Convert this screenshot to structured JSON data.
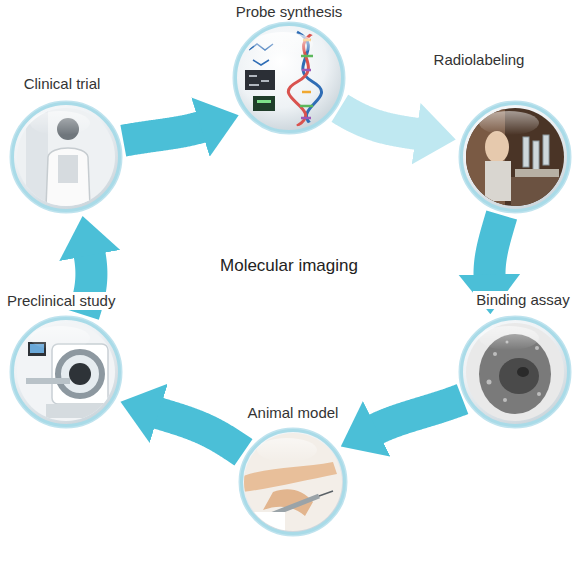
{
  "diagram": {
    "title": "Molecular imaging",
    "nodes": [
      {
        "text": [
          "Probe synthesis"
        ]
      },
      {
        "text": [
          "Radiolabeling"
        ]
      },
      {
        "text": [
          "Binding assay"
        ]
      },
      {
        "text": [
          "Animal model"
        ]
      },
      {
        "text": [
          "Preclinical study"
        ]
      },
      {
        "text": [
          "Clinical trial"
        ]
      }
    ],
    "edges": [
      {
        "from": 0,
        "to": 1,
        "arrow": "to"
      },
      {
        "from": 1,
        "to": 2,
        "arrow": "to"
      },
      {
        "from": 2,
        "to": 3,
        "arrow": "to"
      },
      {
        "from": 3,
        "to": 4,
        "arrow": "to"
      },
      {
        "from": 4,
        "to": 5,
        "arrow": "to"
      },
      {
        "from": 5,
        "to": 0,
        "arrow": "to"
      }
    ]
  }
}
